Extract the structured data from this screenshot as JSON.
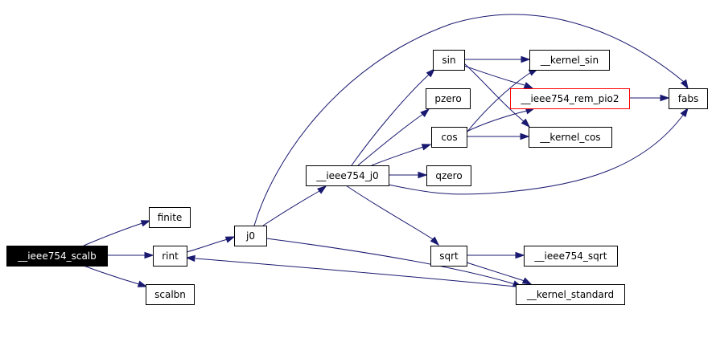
{
  "graph": {
    "type": "call-graph",
    "colors": {
      "edge": "#191970",
      "node_border": "#000000",
      "root_fill": "#000000",
      "root_text": "#ffffff",
      "highlight_border": "#ff0000"
    },
    "nodes": [
      {
        "id": "ieee754_scalb",
        "label": "__ieee754_scalb",
        "style": "root"
      },
      {
        "id": "finite",
        "label": "finite"
      },
      {
        "id": "rint",
        "label": "rint"
      },
      {
        "id": "scalbn",
        "label": "scalbn"
      },
      {
        "id": "j0",
        "label": "j0"
      },
      {
        "id": "ieee754_j0",
        "label": "__ieee754_j0"
      },
      {
        "id": "sin",
        "label": "sin"
      },
      {
        "id": "pzero",
        "label": "pzero"
      },
      {
        "id": "cos",
        "label": "cos"
      },
      {
        "id": "qzero",
        "label": "qzero"
      },
      {
        "id": "sqrt",
        "label": "sqrt"
      },
      {
        "id": "kernel_sin",
        "label": "__kernel_sin"
      },
      {
        "id": "ieee754_rem_pio2",
        "label": "__ieee754_rem_pio2",
        "style": "highlight"
      },
      {
        "id": "kernel_cos",
        "label": "__kernel_cos"
      },
      {
        "id": "ieee754_sqrt",
        "label": "__ieee754_sqrt"
      },
      {
        "id": "kernel_standard",
        "label": "__kernel_standard"
      },
      {
        "id": "fabs",
        "label": "fabs"
      }
    ],
    "edges": [
      {
        "from": "ieee754_scalb",
        "to": "finite"
      },
      {
        "from": "ieee754_scalb",
        "to": "rint"
      },
      {
        "from": "ieee754_scalb",
        "to": "scalbn"
      },
      {
        "from": "rint",
        "to": "j0"
      },
      {
        "from": "j0",
        "to": "ieee754_j0"
      },
      {
        "from": "j0",
        "to": "fabs"
      },
      {
        "from": "j0",
        "to": "kernel_standard"
      },
      {
        "from": "ieee754_j0",
        "to": "sin"
      },
      {
        "from": "ieee754_j0",
        "to": "pzero"
      },
      {
        "from": "ieee754_j0",
        "to": "cos"
      },
      {
        "from": "ieee754_j0",
        "to": "qzero"
      },
      {
        "from": "ieee754_j0",
        "to": "sqrt"
      },
      {
        "from": "ieee754_j0",
        "to": "fabs"
      },
      {
        "from": "sin",
        "to": "kernel_sin"
      },
      {
        "from": "sin",
        "to": "ieee754_rem_pio2"
      },
      {
        "from": "sin",
        "to": "kernel_cos"
      },
      {
        "from": "cos",
        "to": "kernel_sin"
      },
      {
        "from": "cos",
        "to": "ieee754_rem_pio2"
      },
      {
        "from": "cos",
        "to": "kernel_cos"
      },
      {
        "from": "ieee754_rem_pio2",
        "to": "fabs"
      },
      {
        "from": "sqrt",
        "to": "ieee754_sqrt"
      },
      {
        "from": "sqrt",
        "to": "kernel_standard"
      },
      {
        "from": "kernel_standard",
        "to": "rint"
      }
    ]
  }
}
